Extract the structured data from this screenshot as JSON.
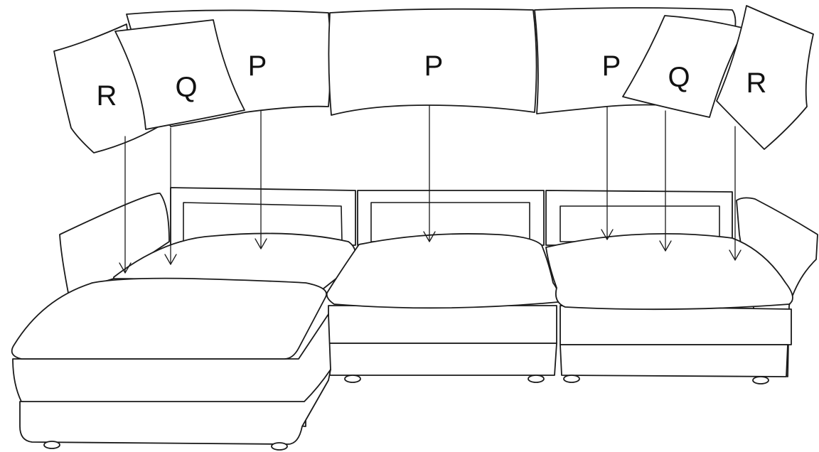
{
  "labels": {
    "pillow_left_outer": "R",
    "pillow_left_inner": "Q",
    "back_cushion_left": "P",
    "back_cushion_middle": "P",
    "back_cushion_right": "P",
    "pillow_right_inner": "Q",
    "pillow_right_outer": "R"
  },
  "colors": {
    "line": "#1a1a1a",
    "fill": "#ffffff"
  }
}
